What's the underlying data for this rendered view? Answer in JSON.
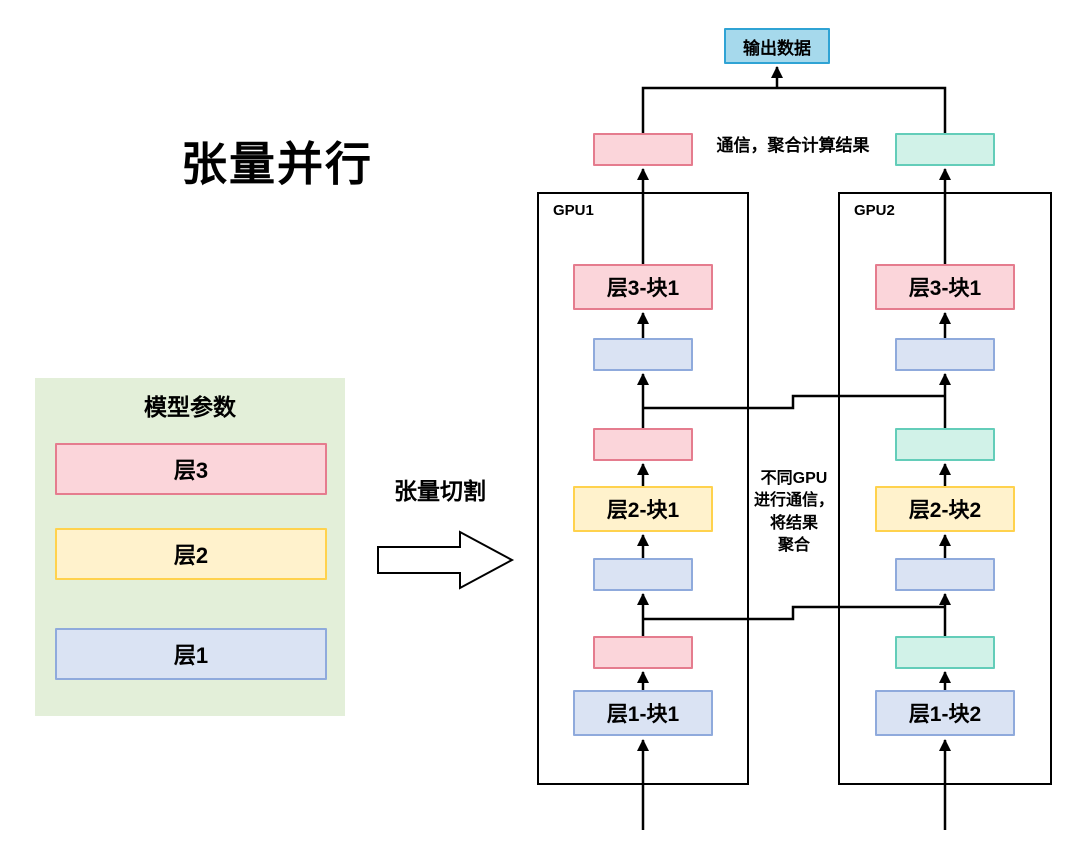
{
  "title": "张量并行",
  "model_params": {
    "title": "模型参数",
    "layers": [
      "层3",
      "层2",
      "层1"
    ]
  },
  "split_label": "张量切割",
  "output_label": "输出数据",
  "top_annotation": "通信，聚合计算结果",
  "middle_annotation": [
    "不同GPU",
    "进行通信，",
    "将结果",
    "聚合"
  ],
  "gpu1": {
    "label": "GPU1",
    "layer3": "层3-块1",
    "layer2": "层2-块1",
    "layer1": "层1-块1"
  },
  "gpu2": {
    "label": "GPU2",
    "layer3": "层3-块1",
    "layer2": "层2-块2",
    "layer1": "层1-块2"
  },
  "colors": {
    "pink-fill": "#fbd5da",
    "pink-border": "#e57c8e",
    "yellow-fill": "#fff2cc",
    "yellow-border": "#ffd24d",
    "blue-fill": "#dae3f3",
    "blue-border": "#8faadc",
    "mint-fill": "#d1f2e8",
    "mint-border": "#63cdb9",
    "cyan-fill": "#a6d9ec",
    "cyan-border": "#2fa3d4",
    "green-panel": "#e3efd9",
    "line": "#000000"
  }
}
